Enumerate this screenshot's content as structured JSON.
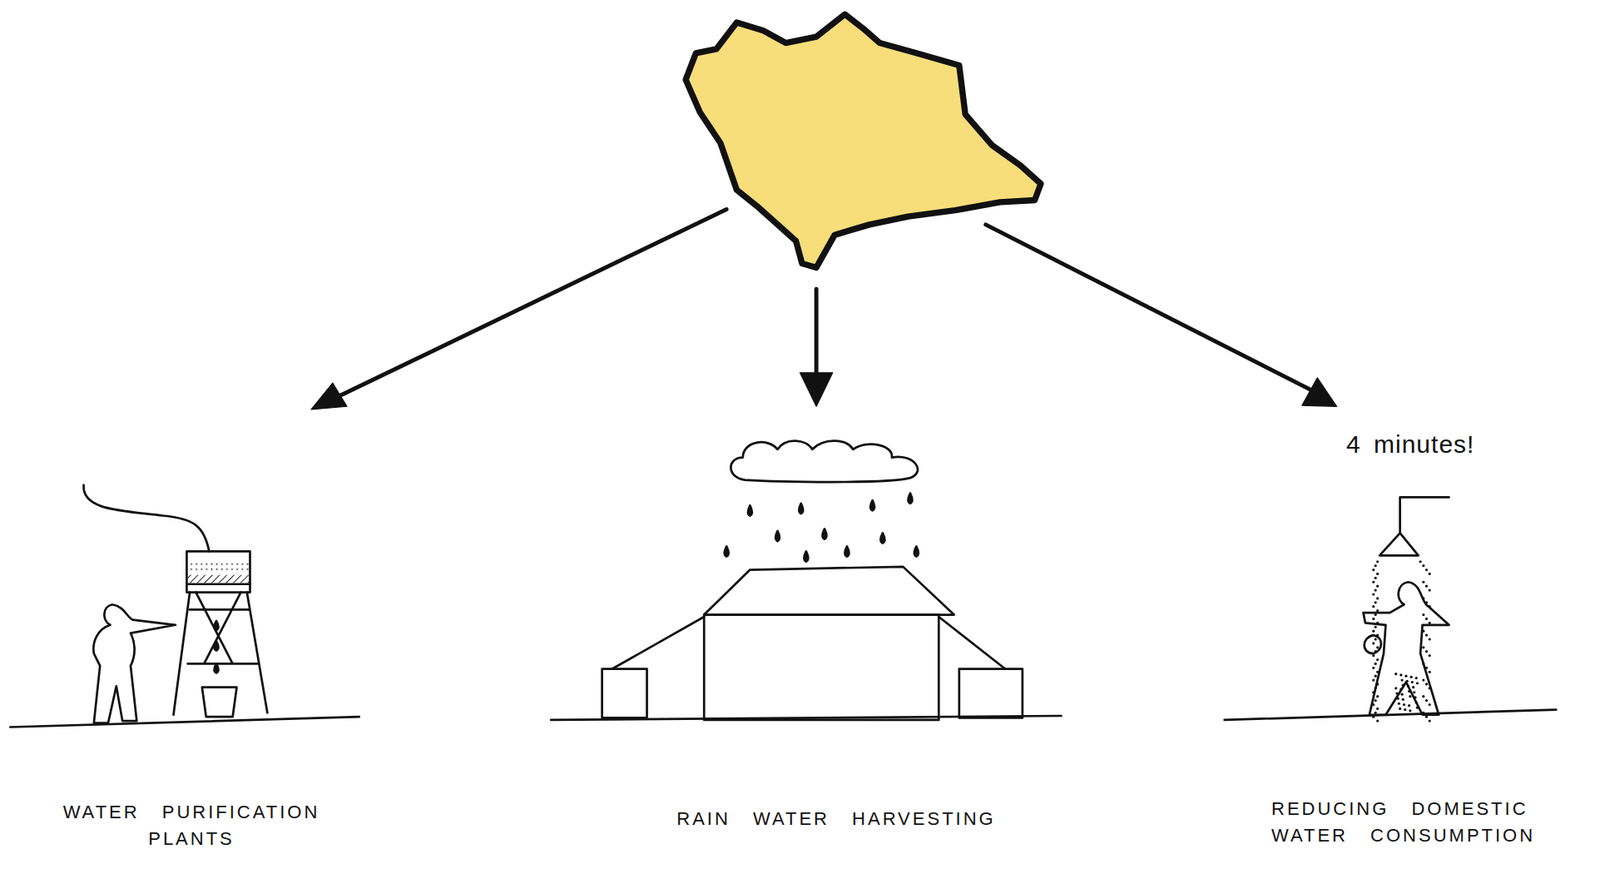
{
  "diagram": {
    "labels": [
      "4 minutes!",
      "WATER PURIFICATION PLANTS",
      "RAIN WATER HARVESTING",
      "REDUCING DOMESTIC WATER CONSUMPTION"
    ]
  }
}
